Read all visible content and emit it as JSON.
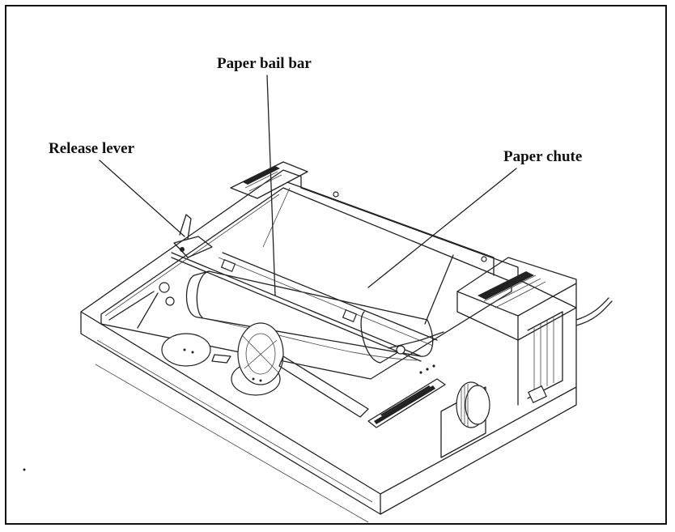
{
  "labels": {
    "paper_bail_bar": "Paper bail bar",
    "release_lever": "Release lever",
    "paper_chute": "Paper chute"
  },
  "colors": {
    "ink": "#222222",
    "background": "#ffffff"
  }
}
